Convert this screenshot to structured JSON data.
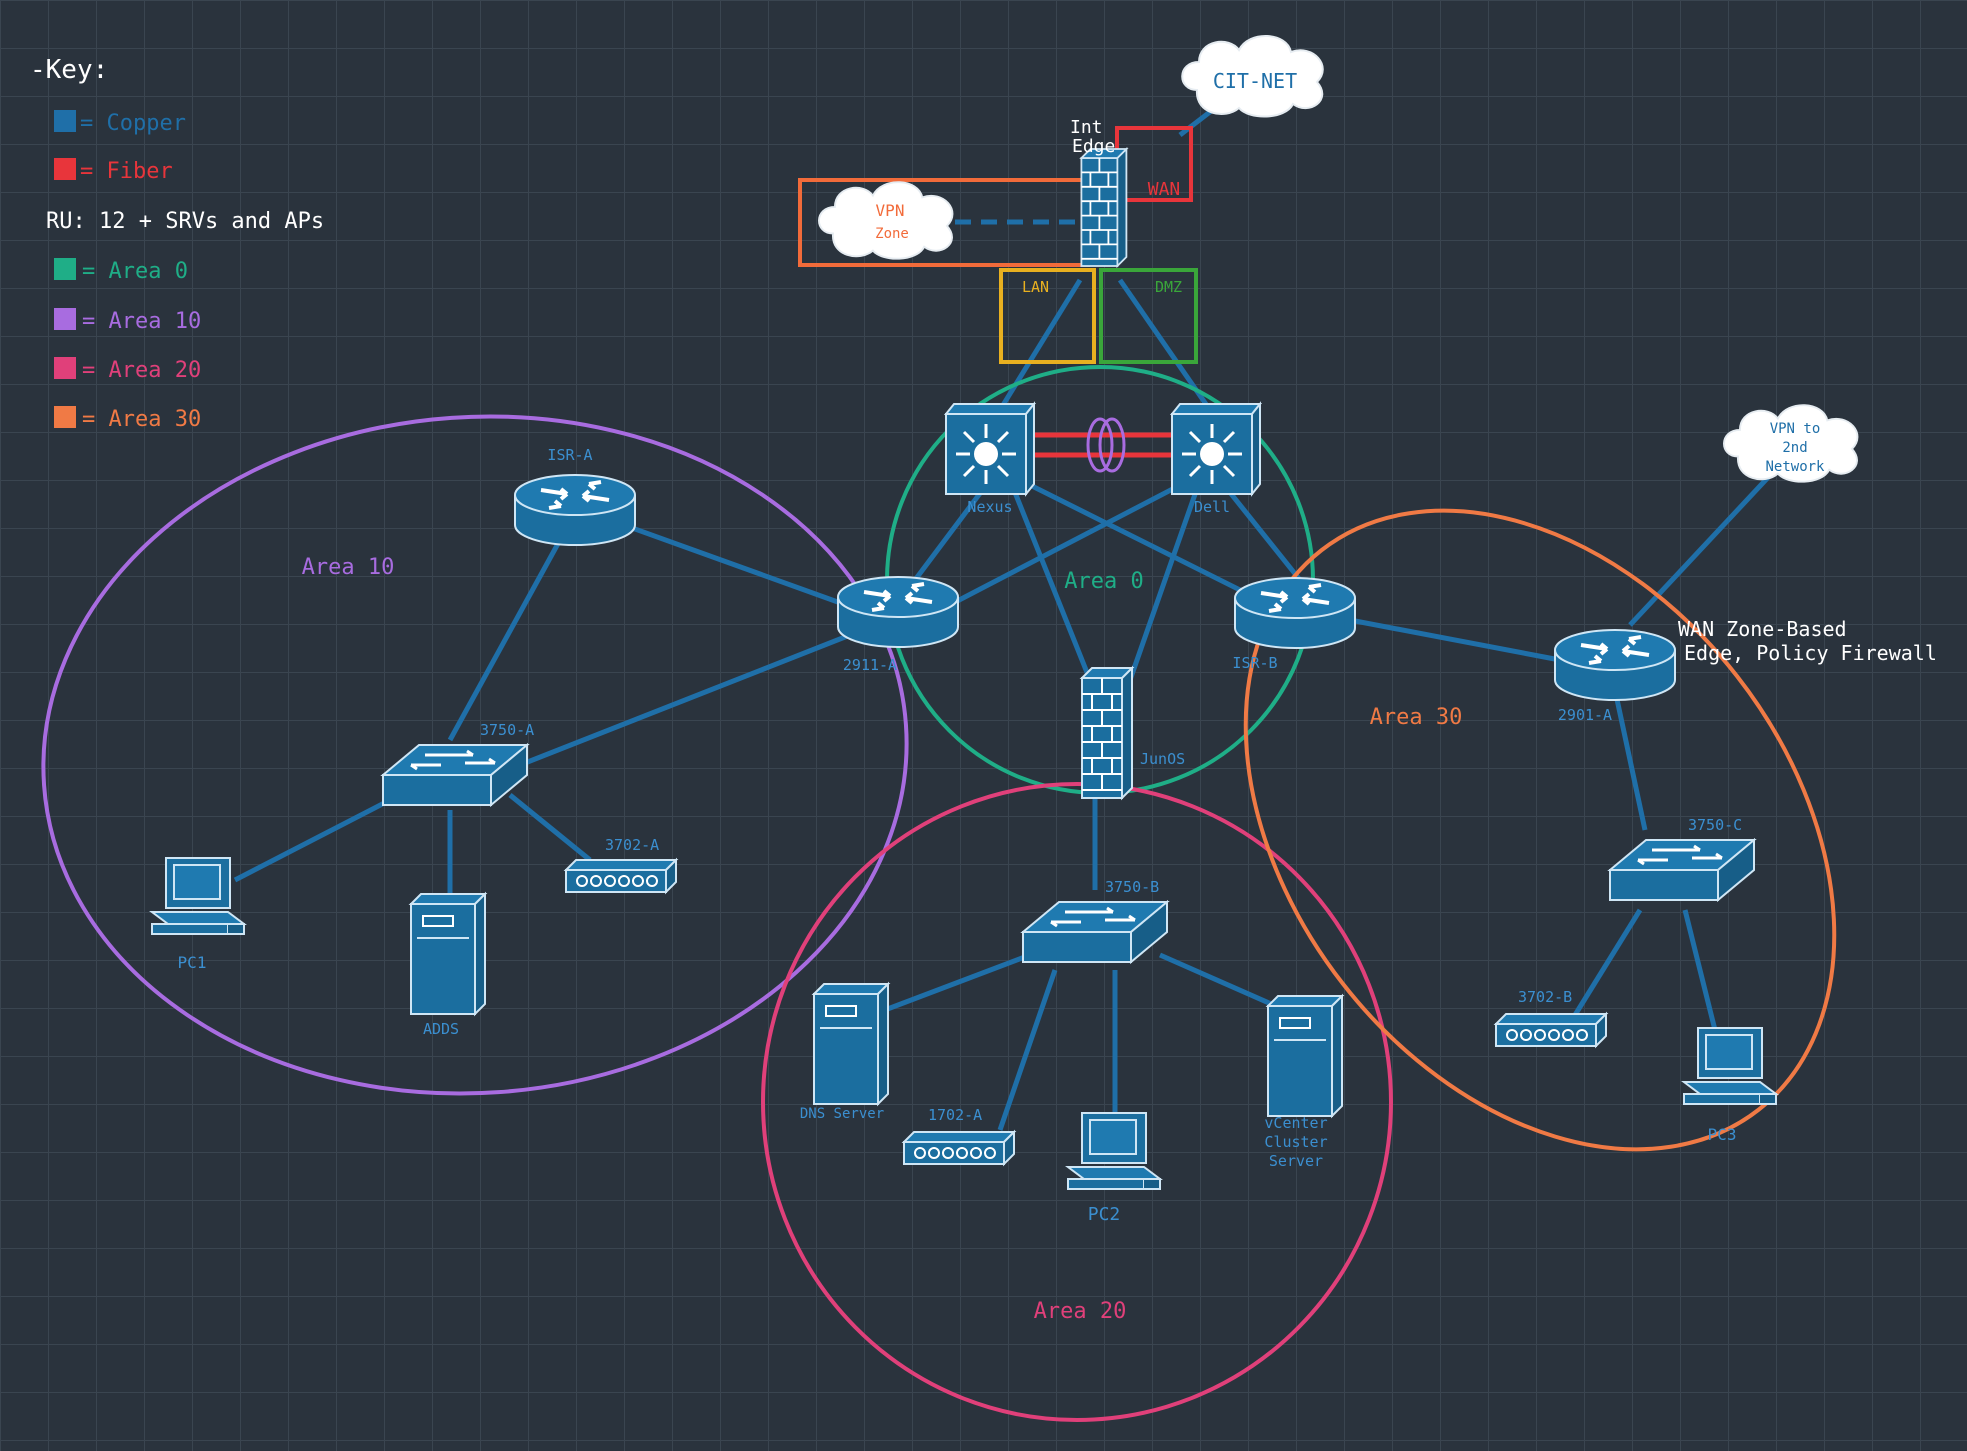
{
  "colors": {
    "background": "#2a333d",
    "grid": "#3a4550",
    "copper": "#1f6fa8",
    "fiber": "#e8353b",
    "area0": "#1fae87",
    "area10": "#a86ce0",
    "area20": "#e0407a",
    "area30": "#f07a45",
    "vpn_zone": "#f26b3a",
    "wan_box": "#e8353b",
    "lan_box": "#e8b020",
    "dmz_box": "#3aa63a",
    "device": "#1b6e9f",
    "device_label": "#3b8fd0",
    "white": "#ffffff"
  },
  "key": {
    "title": "-Key:",
    "items": [
      {
        "swatch": "copper",
        "label": "= Copper"
      },
      {
        "swatch": "fiber",
        "label": "= Fiber"
      },
      {
        "swatch": "area0",
        "label": "= Area 0"
      },
      {
        "swatch": "area10",
        "label": "= Area 10"
      },
      {
        "swatch": "area20",
        "label": "= Area 20"
      },
      {
        "swatch": "area30",
        "label": "= Area 30"
      }
    ],
    "ru_note": "RU: 12 + SRVs and APs"
  },
  "clouds": {
    "cit_net": "CIT-NET",
    "vpn_zone_1": "VPN",
    "vpn_zone_2": "Zone",
    "vpn2_1": "VPN to",
    "vpn2_2": "2nd",
    "vpn2_3": "Network"
  },
  "zones": {
    "wan": "WAN",
    "lan": "LAN",
    "dmz": "DMZ"
  },
  "areas": {
    "area0": "Area 0",
    "area10": "Area 10",
    "area20": "Area 20",
    "area30": "Area 30"
  },
  "devices": {
    "int_edge_1": "Int",
    "int_edge_2": "Edge",
    "nexus": "Nexus",
    "dell": "Dell",
    "isr_a": "ISR-A",
    "isr_b": "ISR-B",
    "r2911a": "2911-A",
    "r2901a": "2901-A",
    "junos": "JunOS",
    "sw3750a": "3750-A",
    "sw3750b": "3750-B",
    "sw3750c": "3750-C",
    "ap3702a": "3702-A",
    "ap3702b": "3702-B",
    "ap1702a": "1702-A",
    "pc1": "PC1",
    "pc2": "PC2",
    "pc3": "PC3",
    "adds": "ADDS",
    "dns": "DNS Server",
    "vcenter_1": "vCenter",
    "vcenter_2": "Cluster",
    "vcenter_3": "Server"
  },
  "wan_fw_label_1": "WAN Zone-Based",
  "wan_fw_label_2": "Edge, Policy Firewall"
}
